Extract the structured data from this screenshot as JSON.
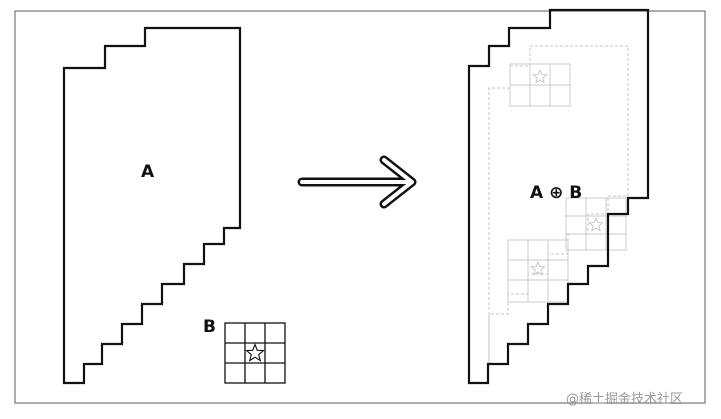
{
  "labels": {
    "set_a": "A",
    "set_b": "B",
    "result": "A ⊕ B"
  },
  "watermark": "@稀土掘金技术社区",
  "colors": {
    "ink": "#111111",
    "frame": "#777777",
    "ghost": "#c6c6c6",
    "watermark": "#9a9a9a"
  },
  "icons": {
    "operator": "arrow-right-icon",
    "origin": "star-icon"
  }
}
